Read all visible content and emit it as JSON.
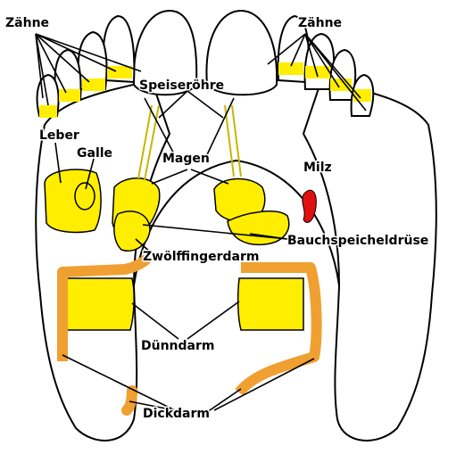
{
  "labels": {
    "zaehne_left": "Zähne",
    "zaehne_right": "Zähne",
    "speiseroehre": "Speiseröhre",
    "leber": "Leber",
    "galle": "Galle",
    "magen": "Magen",
    "milz": "Milz",
    "bauchspeicheldruese": "Bauchspeicheldrüse",
    "zwoelffingerdarm": "Zwölffingerdarm",
    "duenndarm": "Dünndarm",
    "dickdarm": "Dickdarm"
  },
  "colors": {
    "organ_yellow": "#ffee00",
    "colon_orange": "#f0a030",
    "spleen_red": "#e01010",
    "outline": "#000000",
    "background": "#ffffff"
  }
}
